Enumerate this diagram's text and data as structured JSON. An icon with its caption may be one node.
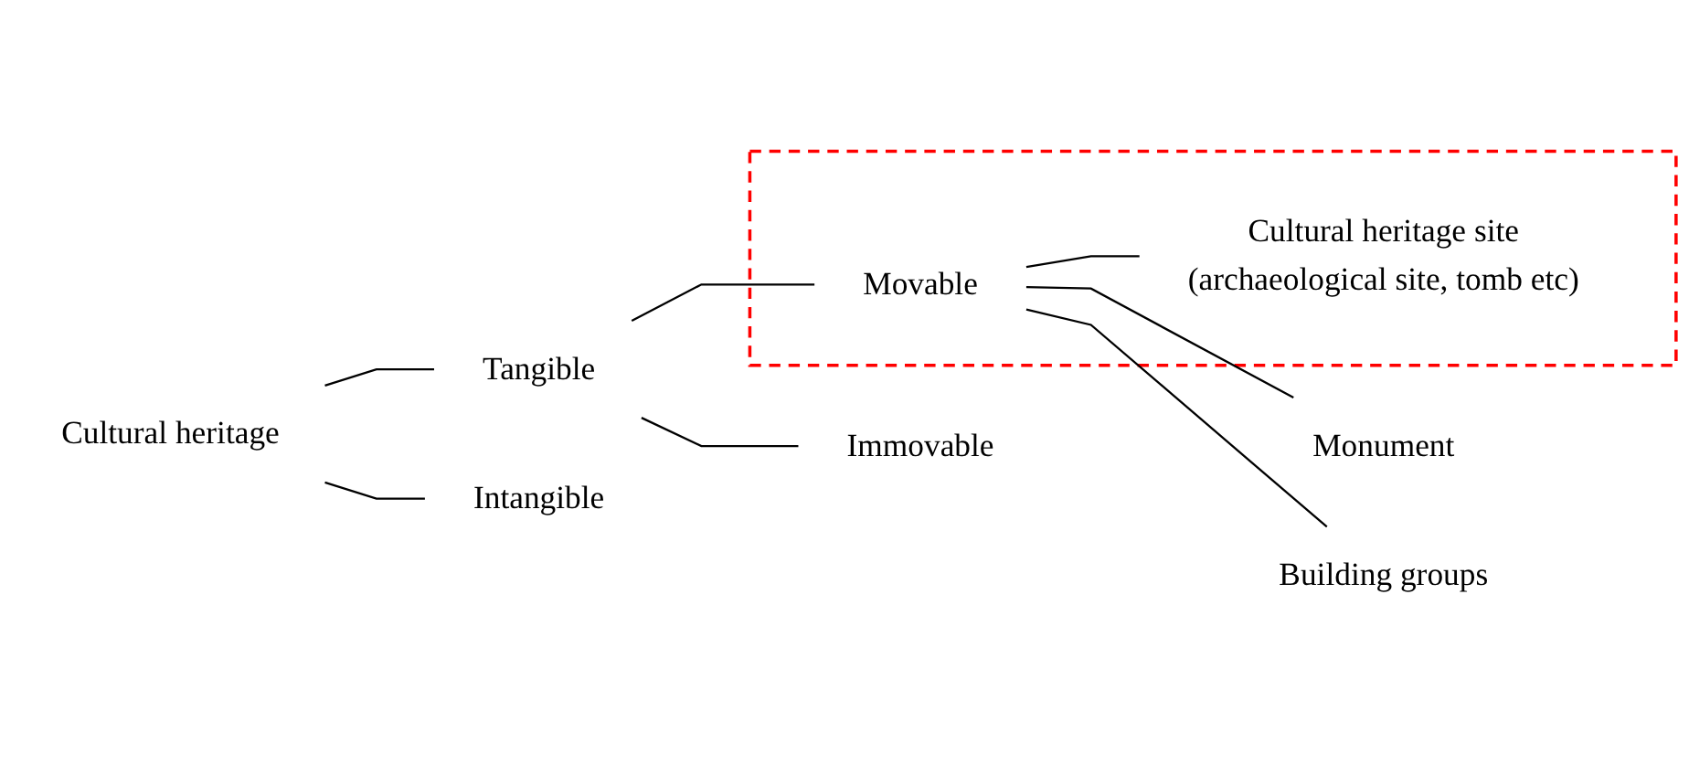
{
  "diagram": {
    "nodes": [
      {
        "text": [
          "Cultural heritage"
        ]
      },
      {
        "text": [
          "Tangible"
        ]
      },
      {
        "text": [
          "Intangible"
        ]
      },
      {
        "text": [],
        "shape": "box"
      },
      {
        "text": [
          "Movable"
        ],
        "in": 3
      },
      {
        "text": [
          "Immovable"
        ]
      },
      {
        "text": [
          "Monument"
        ]
      },
      {
        "text": [
          "Cultural heritage site",
          "(archaeological site, tomb etc)"
        ],
        "in": 3
      },
      {
        "text": [
          "Building groups"
        ]
      }
    ],
    "edges": [
      {
        "from": 0,
        "to": 1,
        "arrow": "none"
      },
      {
        "from": 0,
        "to": 2,
        "arrow": "none"
      },
      {
        "from": 1,
        "to": 4,
        "arrow": "none"
      },
      {
        "from": 1,
        "to": 5,
        "arrow": "none"
      },
      {
        "from": 4,
        "to": 6,
        "arrow": "none"
      },
      {
        "from": 4,
        "to": 7,
        "arrow": "none"
      },
      {
        "from": 4,
        "to": 8,
        "arrow": "none"
      }
    ]
  }
}
